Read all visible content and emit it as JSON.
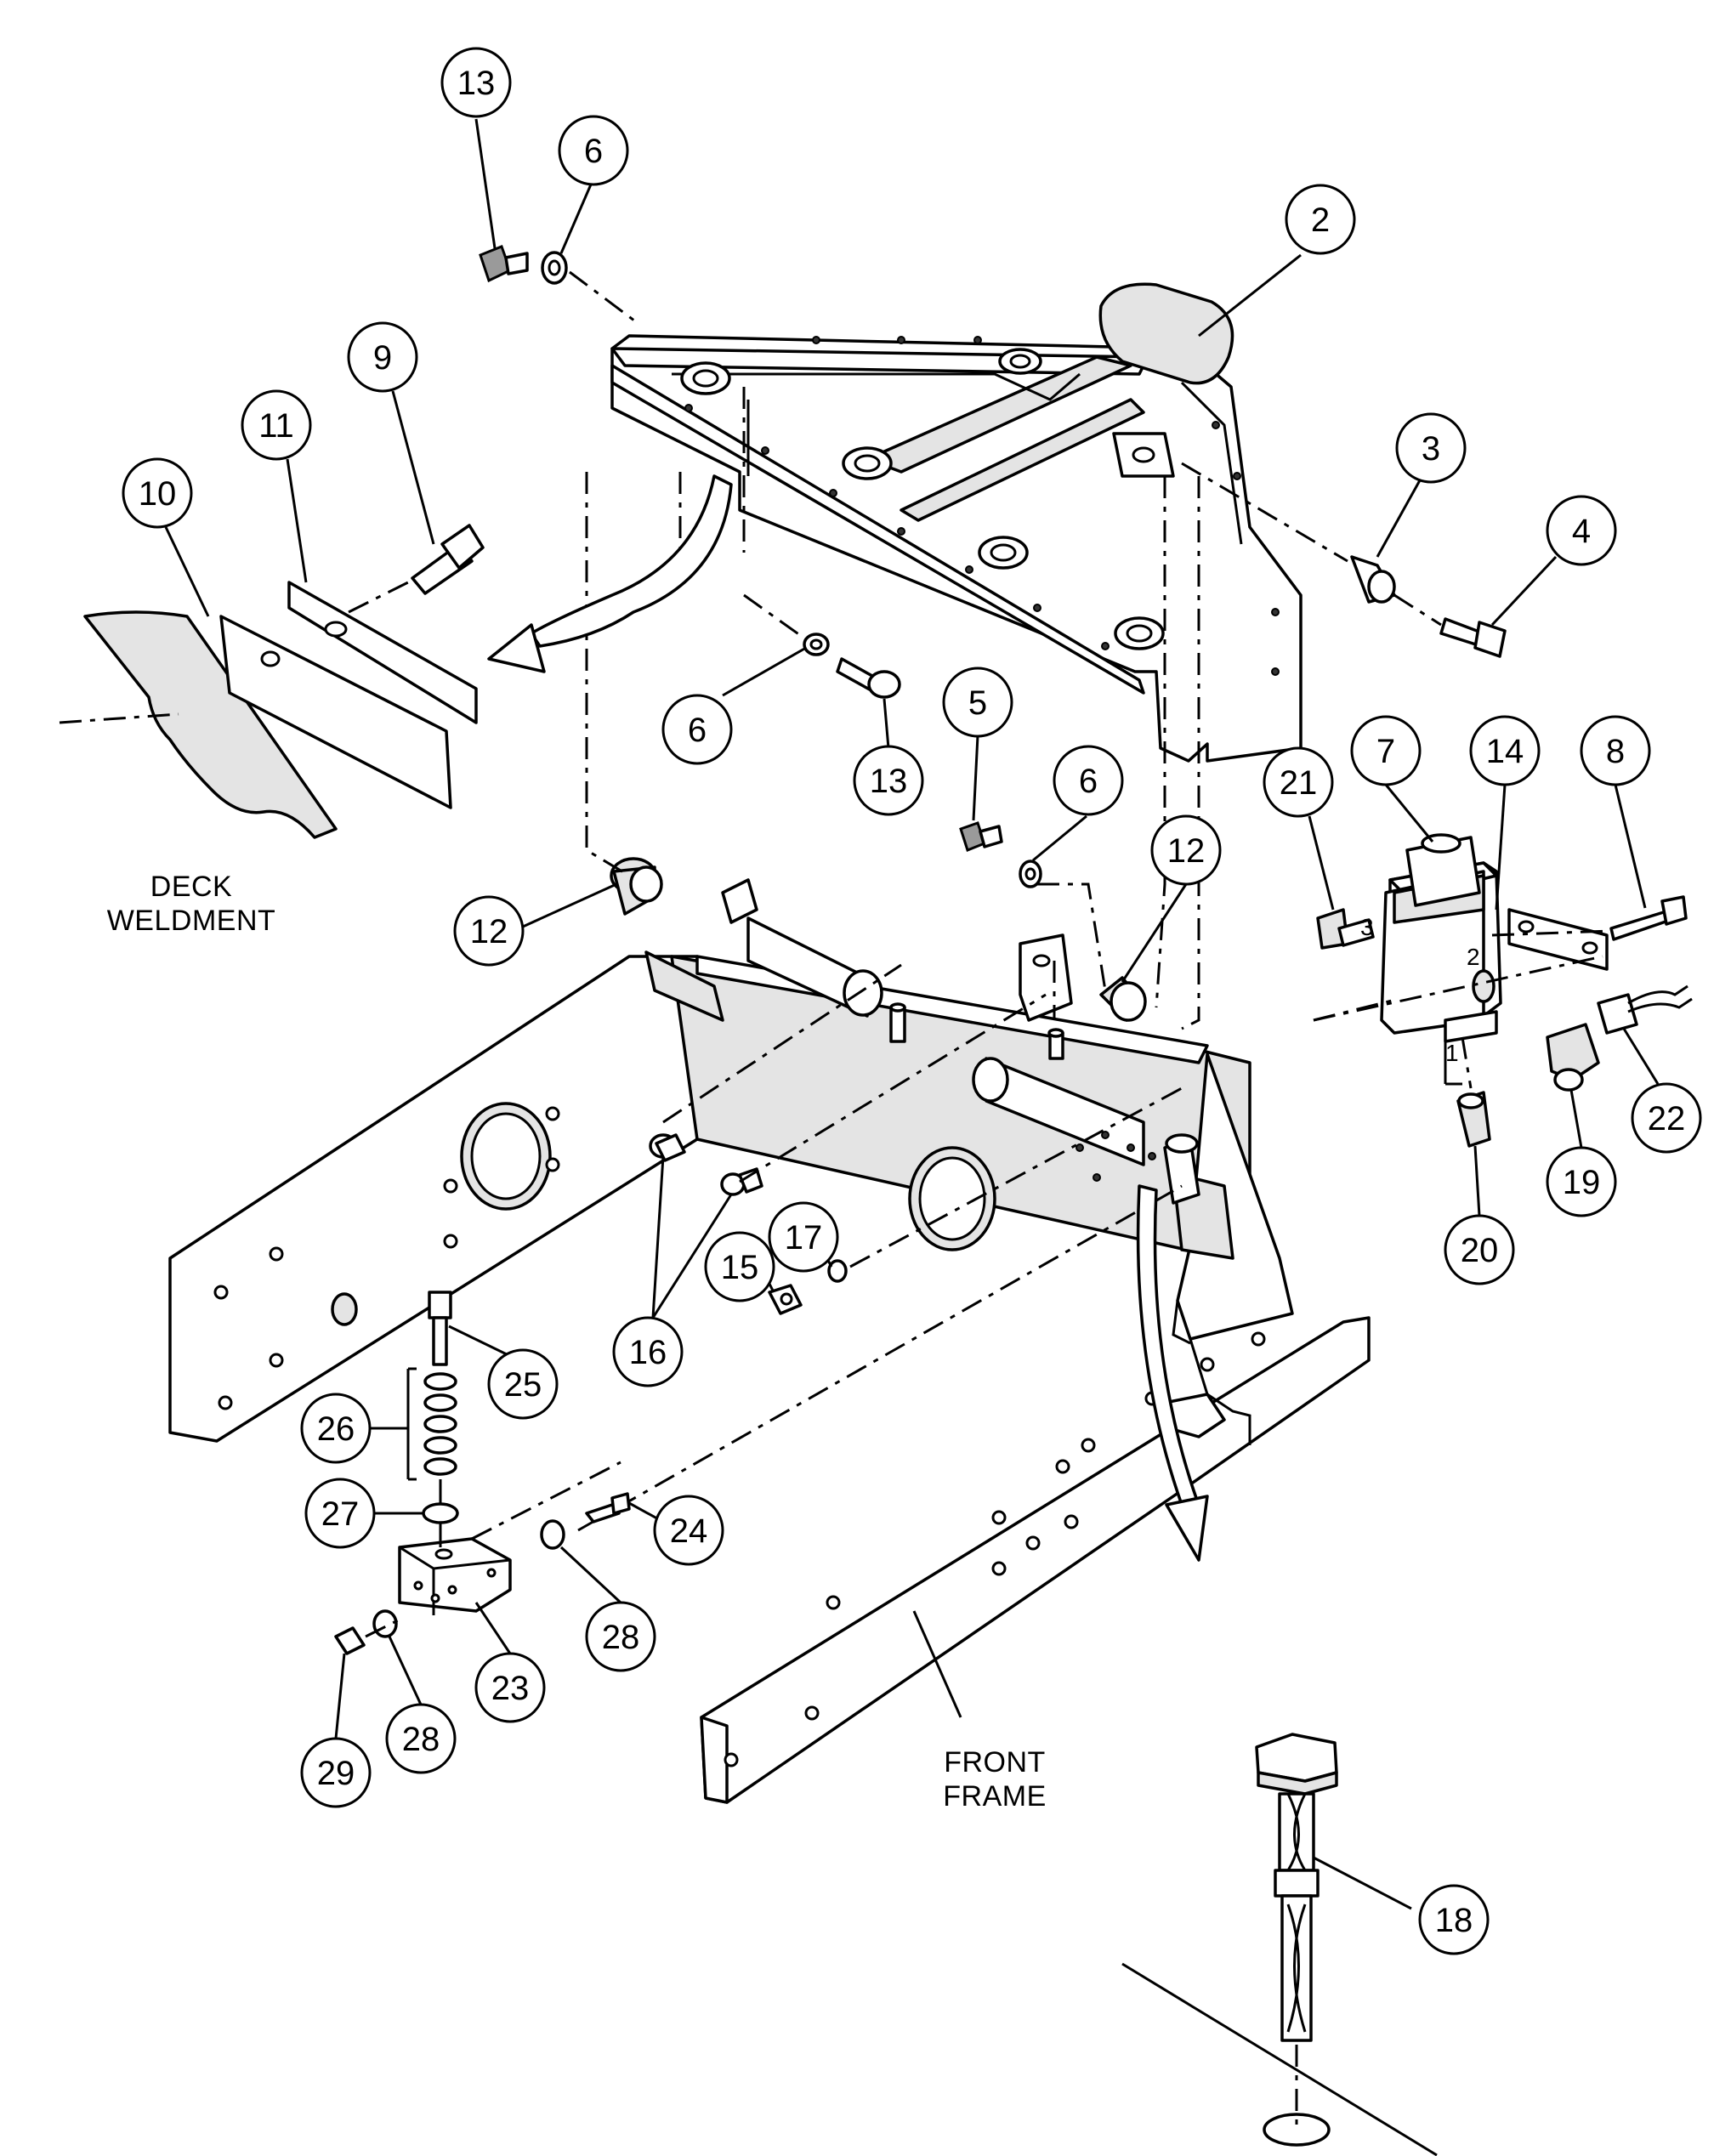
{
  "labels": {
    "deck_weldment_line1": "DECK",
    "deck_weldment_line2": "WELDMENT",
    "front_frame_line1": "FRONT",
    "front_frame_line2": "FRAME"
  },
  "port_numbers": {
    "port_1": "1",
    "port_2": "2",
    "port_3": "3"
  },
  "callouts": [
    {
      "id": "c13a",
      "num": "13"
    },
    {
      "id": "c6a",
      "num": "6"
    },
    {
      "id": "c2",
      "num": "2"
    },
    {
      "id": "c9",
      "num": "9"
    },
    {
      "id": "c11",
      "num": "11"
    },
    {
      "id": "c10",
      "num": "10"
    },
    {
      "id": "c3",
      "num": "3"
    },
    {
      "id": "c4",
      "num": "4"
    },
    {
      "id": "c6b",
      "num": "6"
    },
    {
      "id": "c13b",
      "num": "13"
    },
    {
      "id": "c5",
      "num": "5"
    },
    {
      "id": "c6c",
      "num": "6"
    },
    {
      "id": "c7",
      "num": "7"
    },
    {
      "id": "c14",
      "num": "14"
    },
    {
      "id": "c8",
      "num": "8"
    },
    {
      "id": "c21",
      "num": "21"
    },
    {
      "id": "c12a",
      "num": "12"
    },
    {
      "id": "c12b",
      "num": "12"
    },
    {
      "id": "c22",
      "num": "22"
    },
    {
      "id": "c19",
      "num": "19"
    },
    {
      "id": "c20",
      "num": "20"
    },
    {
      "id": "c17",
      "num": "17"
    },
    {
      "id": "c15",
      "num": "15"
    },
    {
      "id": "c16",
      "num": "16"
    },
    {
      "id": "c25",
      "num": "25"
    },
    {
      "id": "c26",
      "num": "26"
    },
    {
      "id": "c27",
      "num": "27"
    },
    {
      "id": "c24",
      "num": "24"
    },
    {
      "id": "c28a",
      "num": "28"
    },
    {
      "id": "c23",
      "num": "23"
    },
    {
      "id": "c28b",
      "num": "28"
    },
    {
      "id": "c29",
      "num": "29"
    },
    {
      "id": "c18",
      "num": "18"
    }
  ]
}
